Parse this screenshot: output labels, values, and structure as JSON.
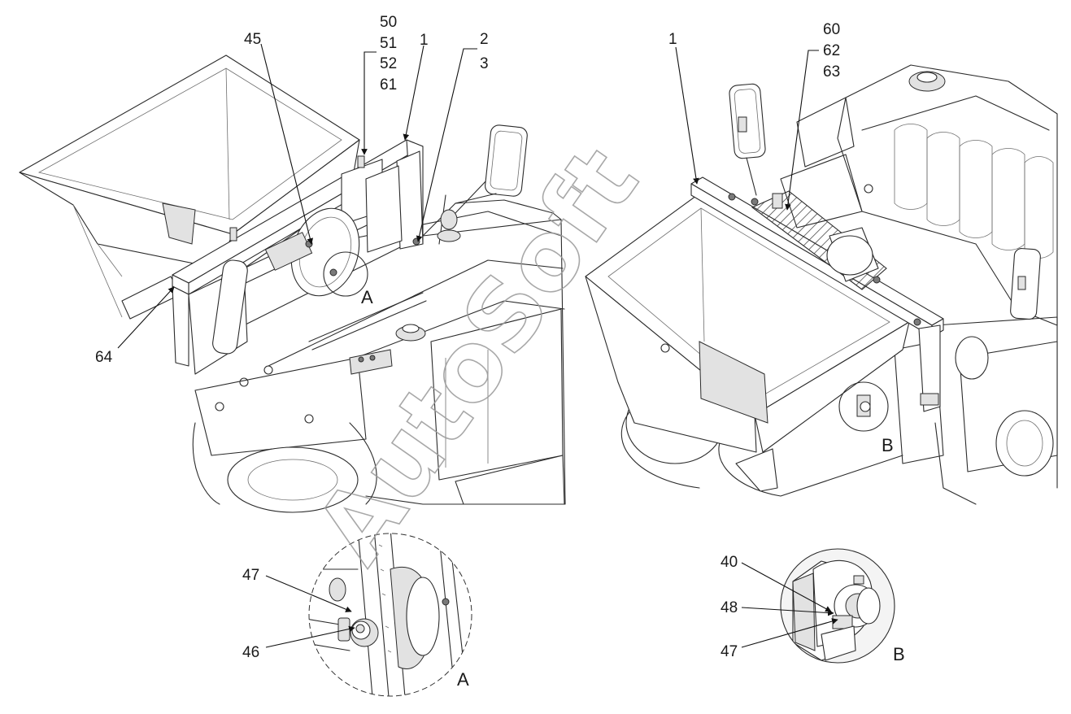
{
  "callouts": {
    "left_view": {
      "c50": "50",
      "c51": "51",
      "c52": "52",
      "c61": "61",
      "c45": "45",
      "c1": "1",
      "c2": "2",
      "c3": "3",
      "c64": "64",
      "detail_ref": "A"
    },
    "right_view": {
      "c1": "1",
      "c60": "60",
      "c62": "62",
      "c63": "63",
      "detail_ref": "B"
    },
    "detail_a": {
      "title": "A",
      "c47": "47",
      "c46": "46"
    },
    "detail_b": {
      "title": "B",
      "c40": "40",
      "c48": "48",
      "c47": "47"
    }
  },
  "watermark": {
    "text": "AutoSoft"
  }
}
